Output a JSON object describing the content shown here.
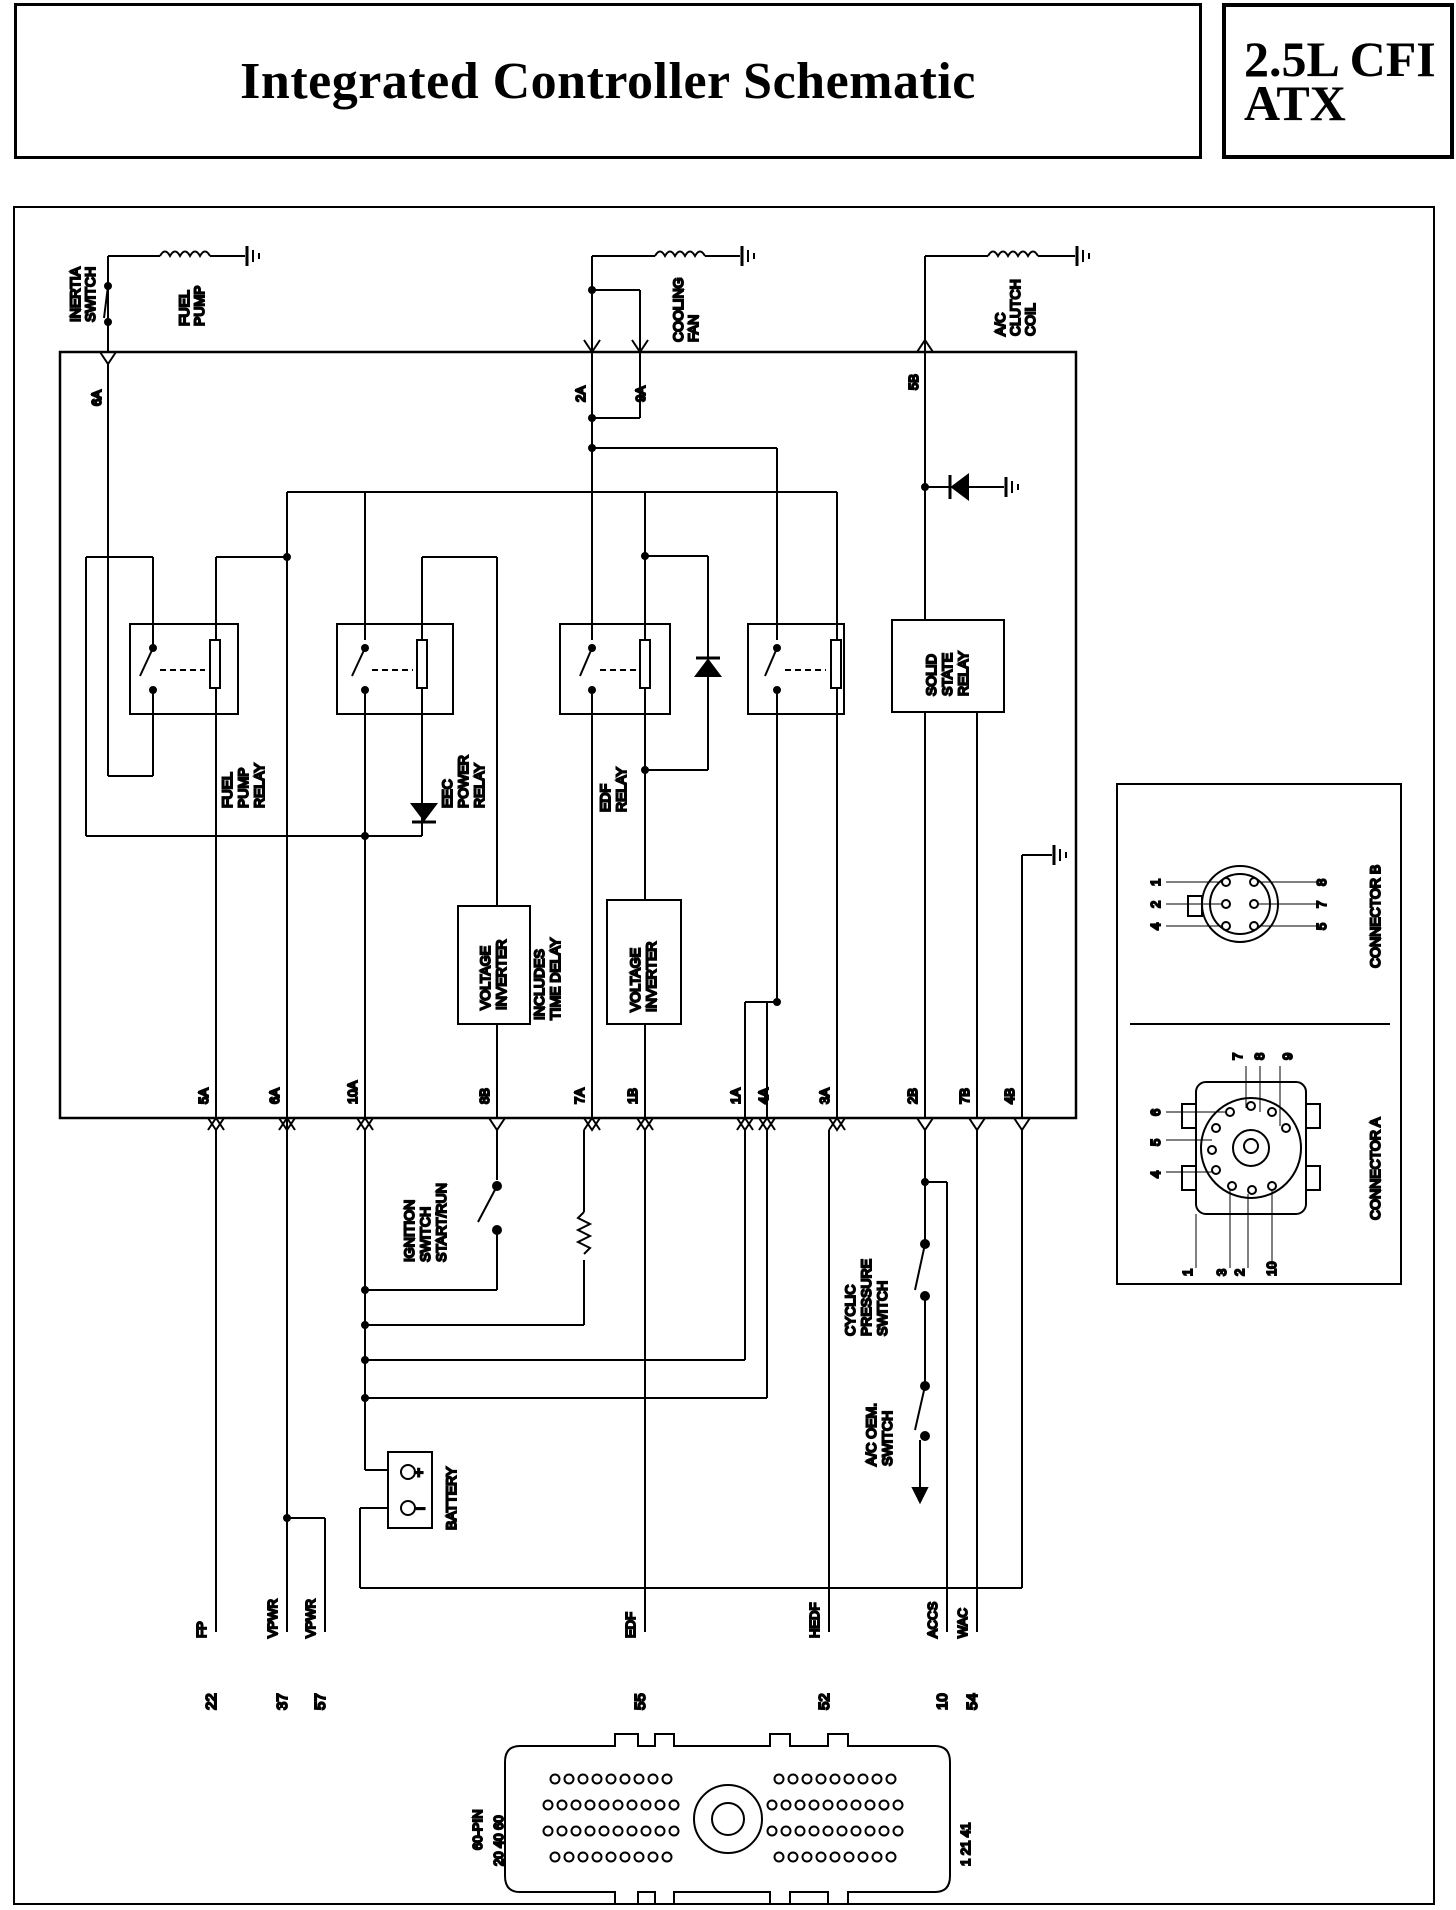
{
  "header": {
    "title": "Integrated Controller Schematic",
    "engine": "2.5L CFI",
    "transmission": "ATX"
  },
  "loads": {
    "inertia_switch": [
      "INERTIA",
      "SWITCH"
    ],
    "fuel_pump": [
      "FUEL",
      "PUMP"
    ],
    "cooling_fan": [
      "COOLING",
      "FAN"
    ],
    "ac_clutch_coil": [
      "A/C",
      "CLUTCH",
      "COIL"
    ]
  },
  "relays": {
    "fuel_pump_relay": [
      "FUEL",
      "PUMP",
      "RELAY"
    ],
    "eec_power_relay": [
      "EEC",
      "POWER",
      "RELAY"
    ],
    "edf_relay": [
      "EDF",
      "RELAY"
    ],
    "solid_state_relay": [
      "SOLID",
      "STATE",
      "RELAY"
    ]
  },
  "inverters": {
    "inverter_1": [
      "VOLTAGE",
      "INVERTER"
    ],
    "inverter_1_note": [
      "INCLUDES",
      "TIME DELAY"
    ],
    "inverter_2": [
      "VOLTAGE",
      "INVERTER"
    ]
  },
  "top_pins": {
    "p6A": "6A",
    "p2A": "2A",
    "p9A": "9A",
    "p5B": "5B"
  },
  "bottom_pins": {
    "p5A": "5A",
    "p6A": "6A",
    "p10A": "10A",
    "p8B": "8B",
    "p7A": "7A",
    "p1B": "1B",
    "p1A": "1A",
    "p4A": "4A",
    "p3A": "3A",
    "p2B": "2B",
    "p7B": "7B",
    "p4B": "4B"
  },
  "switches": {
    "ignition": [
      "IGNITION",
      "SWITCH",
      "START/RUN"
    ],
    "cyclic": [
      "CYCLIC",
      "PRESSURE",
      "SWITCH"
    ],
    "ac_oem": [
      "A/C OEM.",
      "SWITCH"
    ]
  },
  "battery": {
    "label": "BATTERY",
    "plus": "+",
    "minus": "−"
  },
  "ecu_signals": {
    "fp": {
      "name": "FP",
      "pin": "22"
    },
    "vpwr1": {
      "name": "VPWR",
      "pin": "37"
    },
    "vpwr2": {
      "name": "VPWR",
      "pin": "57"
    },
    "edf": {
      "name": "EDF",
      "pin": "55"
    },
    "hedf": {
      "name": "HEDF",
      "pin": "52"
    },
    "accs": {
      "name": "ACCS",
      "pin": "10"
    },
    "wac": {
      "name": "WAC",
      "pin": "54"
    }
  },
  "ecu_connector": {
    "name": "60-PIN",
    "left_pins": "20 40 60",
    "right_pins": "1 21 41"
  },
  "connector_b": {
    "name": "CONNECTOR B",
    "pins_left": [
      "1",
      "2",
      "4"
    ],
    "pins_right": [
      "8",
      "7",
      "5"
    ]
  },
  "connector_a": {
    "name": "CONNECTOR A",
    "pins_top": [
      "7",
      "8",
      "9"
    ],
    "pins_left": [
      "6",
      "5",
      "4"
    ],
    "pins_bottom": [
      "1",
      "3",
      "2",
      "10"
    ]
  }
}
